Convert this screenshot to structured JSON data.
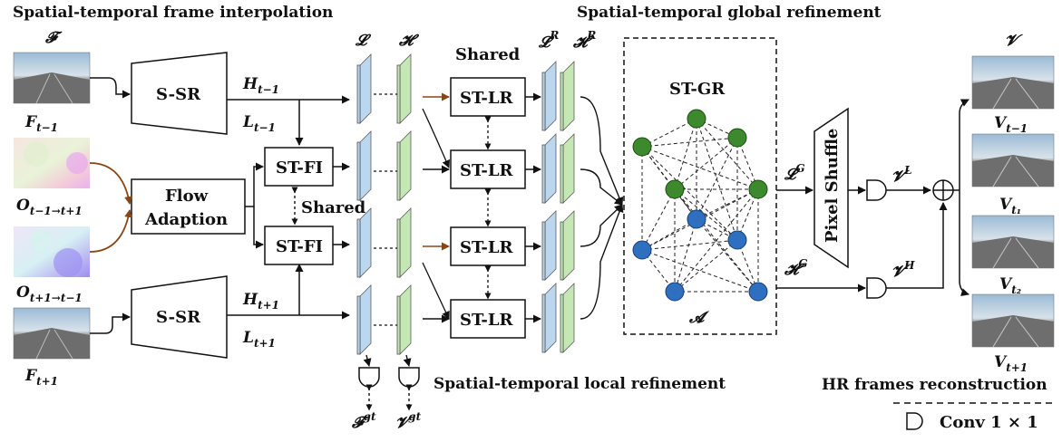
{
  "sections": {
    "interp": "Spatial-temporal frame interpolation",
    "global": "Spatial-temporal global refinement",
    "local": "Spatial-temporal local refinement",
    "recon": "HR frames reconstruction"
  },
  "legend": {
    "conv": "Conv 1 × 1"
  },
  "inputs": {
    "set_label": "𝓕",
    "f_prev": "F",
    "f_prev_sub": "t−1",
    "f_next": "F",
    "f_next_sub": "t+1",
    "o_fwd": "O",
    "o_fwd_sub": "t−1→t+1",
    "o_bwd": "O",
    "o_bwd_sub": "t+1→t−1"
  },
  "blocks": {
    "ssr": "S-SR",
    "flow_1": "Flow",
    "flow_2": "Adaption",
    "stfi": "ST-FI",
    "stlr": "ST-LR",
    "stgr": "ST-GR",
    "pixel_shuffle": "Pixel Shuffle",
    "shared": "Shared"
  },
  "features": {
    "h_prev": "H",
    "h_prev_sub": "t−1",
    "l_prev": "L",
    "l_prev_sub": "t−1",
    "h_next": "H",
    "h_next_sub": "t+1",
    "l_next": "L",
    "l_next_sub": "t+1",
    "cal_l": "𝓛",
    "cal_h": "𝓗",
    "lr": "𝓛",
    "lr_sup": "R",
    "hr": "𝓗",
    "hr_sup": "R",
    "lg": "𝓛",
    "lg_sup": "G",
    "hg": "𝓗",
    "hg_sup": "G",
    "graph_a": "𝓐",
    "vl": "𝓥",
    "vl_sup": "L",
    "vh": "𝓥",
    "vh_sup": "H",
    "fgt": "𝓕",
    "fgt_sup": "gt",
    "vgt": "𝓥",
    "vgt_sup": "gt"
  },
  "outputs": {
    "set_label": "𝓥",
    "v1": "V",
    "v1_sub": "t−1",
    "v2": "V",
    "v2_sub": "t₁",
    "v3": "V",
    "v3_sub": "t₂",
    "v4": "V",
    "v4_sub": "t+1"
  },
  "colors": {
    "blue_feature": "#b8d4ef",
    "green_feature": "#c2e6b0",
    "graph_green": "#3d8a2e",
    "graph_blue": "#2f6fc0",
    "brown_arrow": "#8b4513"
  }
}
